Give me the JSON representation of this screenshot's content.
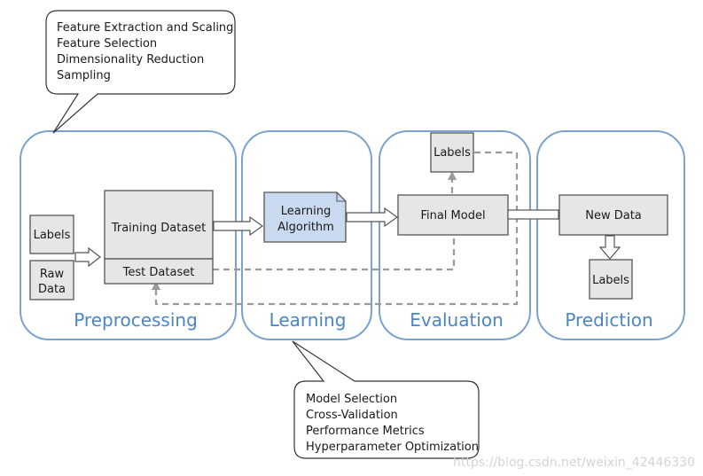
{
  "callouts": {
    "preprocessing_items": [
      "Feature Extraction and Scaling",
      "Feature Selection",
      "Dimensionality Reduction",
      "Sampling"
    ],
    "learning_items": [
      "Model Selection",
      "Cross-Validation",
      "Performance Metrics",
      "Hyperparameter Optimization"
    ]
  },
  "stages": {
    "preprocessing": "Preprocessing",
    "learning": "Learning",
    "evaluation": "Evaluation",
    "prediction": "Prediction"
  },
  "nodes": {
    "labels_input": "Labels",
    "raw_data_line1": "Raw",
    "raw_data_line2": "Data",
    "training_dataset": "Training Dataset",
    "test_dataset": "Test Dataset",
    "learning_algorithm_line1": "Learning",
    "learning_algorithm_line2": "Algorithm",
    "final_model": "Final Model",
    "labels_eval": "Labels",
    "new_data": "New Data",
    "labels_prediction": "Labels"
  },
  "watermark": "https://blog.csdn.net/weixin_42446330",
  "colors": {
    "stage_border": "#7aa3cf",
    "stage_label": "#4a86c5",
    "box_fill": "#e6e6e6",
    "algorithm_fill": "#c9daf0",
    "dashed_line": "#9a9a9a"
  }
}
